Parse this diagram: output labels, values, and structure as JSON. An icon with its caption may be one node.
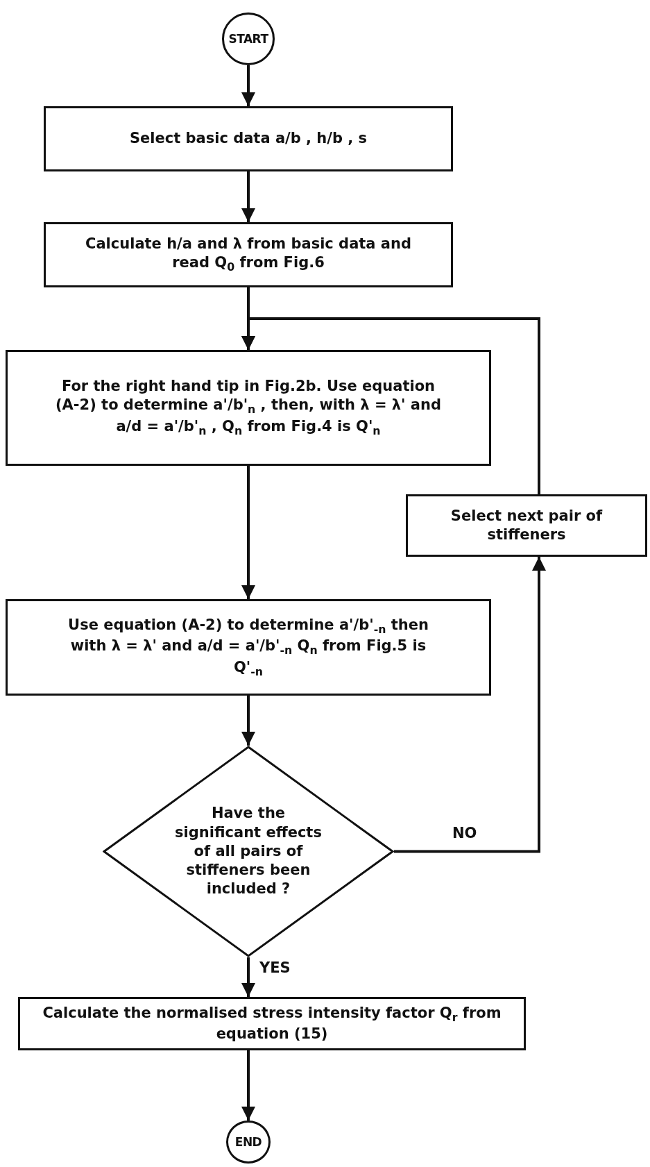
{
  "diagram": {
    "nodes": [
      {
        "text": [
          "START"
        ]
      },
      {
        "text": [
          "Select basic data a/b , h/b , s"
        ]
      },
      {
        "text": [
          "Calculate h/a and λ from basic data and read Q$_{0}$ from Fig.6"
        ]
      },
      {
        "text": [
          "For the right hand tip in Fig.2b. Use equation (A-2) to determine a'/b'$_{n}$ , then, with λ = λ' and a/d = a'/b'$_{n}$ , Q$_{n}$ from Fig.4 is Q'$_{n}$"
        ]
      },
      {
        "text": [
          "Select next pair of stiffeners"
        ]
      },
      {
        "text": [
          "Use equation (A-2) to determine a'/b'$_{-n}$ then with λ = λ' and a/d = a'/b'$_{-n}$ Q$_{n}$ from Fig.5 is Q'$_{-n}$"
        ]
      },
      {
        "text": [
          "Have the significant effects of all pairs of stiffeners been included ?"
        ]
      },
      {
        "text": [
          "Calculate the normalised stress intensity factor Q$_{r}$ from equation (15)"
        ]
      },
      {
        "text": [
          "END"
        ]
      }
    ],
    "edges": [
      {
        "from": 0,
        "to": 1,
        "arrow": "to"
      },
      {
        "from": 1,
        "to": 2,
        "arrow": "to"
      },
      {
        "from": 2,
        "to": 3,
        "arrow": "to"
      },
      {
        "from": 3,
        "to": 5,
        "arrow": "to"
      },
      {
        "from": 5,
        "to": 6,
        "arrow": "to"
      },
      {
        "from": 6,
        "to": 4,
        "arrow": "to",
        "label": "NO"
      },
      {
        "from": 4,
        "to": 3,
        "arrow": "to"
      },
      {
        "from": 6,
        "to": 7,
        "arrow": "to",
        "label": "YES"
      },
      {
        "from": 7,
        "to": 8,
        "arrow": "to"
      }
    ]
  }
}
